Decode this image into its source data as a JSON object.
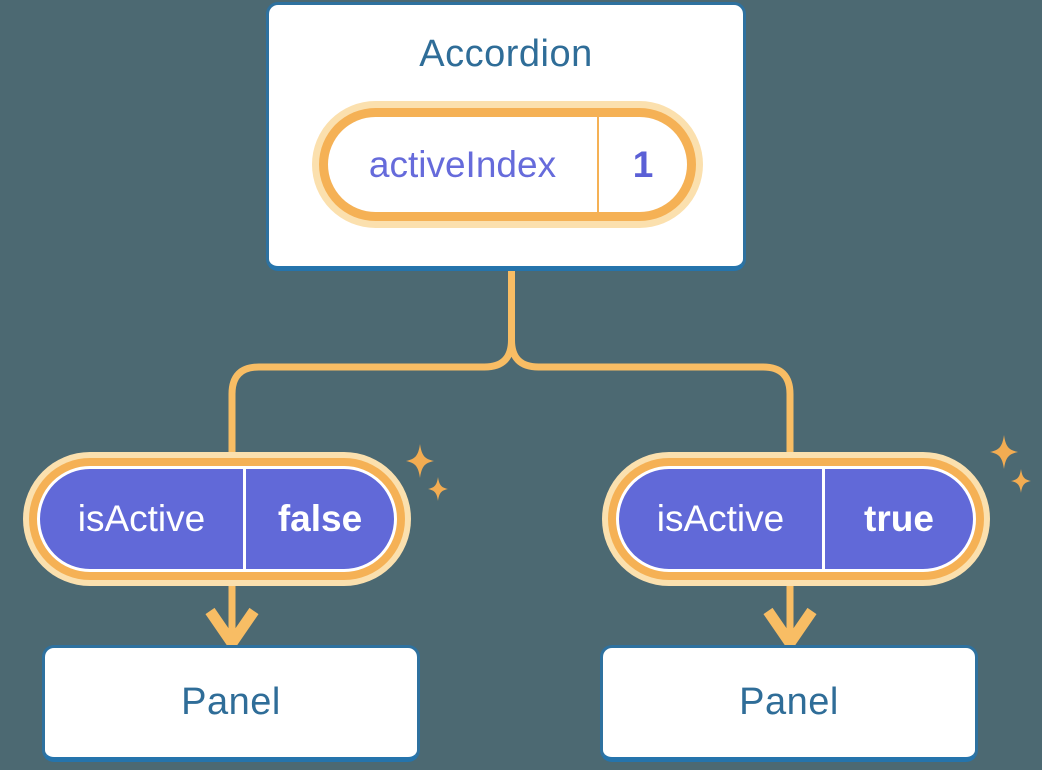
{
  "diagram": {
    "root_card": {
      "title": "Accordion",
      "state_pill": {
        "label": "activeIndex",
        "value": "1"
      }
    },
    "prop_pills": [
      {
        "label": "isActive",
        "value": "false"
      },
      {
        "label": "isActive",
        "value": "true"
      }
    ],
    "panels": [
      {
        "title": "Panel"
      },
      {
        "title": "Panel"
      }
    ],
    "colors": {
      "background": "#4C6972",
      "card_border": "#2E719F",
      "card_border_bottom": "#2574AC",
      "heading_text": "#2F6D98",
      "orange_ring": "#F5B155",
      "orange_halo": "#FBE0AE",
      "orange_line": "#F8BD64",
      "sparkle": "#F2AC52",
      "pill_purple": "#6169D8",
      "pill_text_white": "#FFFFFF",
      "state_text": "#666BDB",
      "state_value": "#5B60D6"
    }
  }
}
